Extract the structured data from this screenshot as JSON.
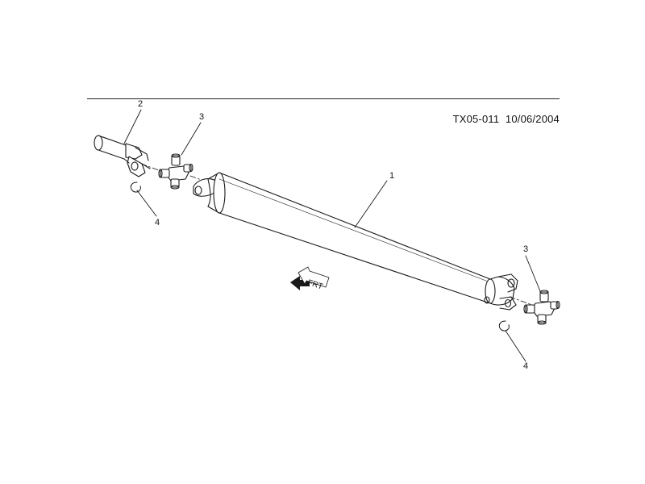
{
  "figure": {
    "id_text": "TX05-011",
    "date_text": "10/06/2004"
  },
  "callouts": {
    "c1": "1",
    "c2": "2",
    "c3_left": "3",
    "c3_right": "3",
    "c4_left": "4",
    "c4_right": "4"
  },
  "front_arrow": {
    "label": "FRT"
  }
}
